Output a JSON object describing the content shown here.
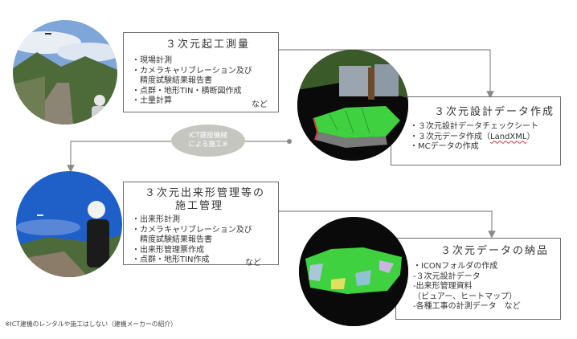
{
  "sections": {
    "survey": {
      "title": "３次元起工測量",
      "items": [
        "・現場計測",
        "・カメラキャリブレーション及び",
        "　精度試験結果報告書",
        "・点群・地形TIN・横断図作成",
        "・土量計算"
      ],
      "suffix": "など"
    },
    "design": {
      "title": "３次元設計データ作成",
      "item1": "・３次元設計データチェックシート",
      "item2_prefix": "・３次元データ作成（",
      "item2_highlight": "LandXML",
      "item2_suffix": "）",
      "item3": "・MCデータの作成"
    },
    "construction": {
      "title_line1": "３次元出来形管理等の",
      "title_line2": "施工管理",
      "items": [
        "・出来形計測",
        "・カメラキャリブレーション及び",
        "　精度試験結果報告書",
        "・出来形管理票作成",
        "・点群・地形TIN作成"
      ],
      "suffix": "など"
    },
    "delivery": {
      "title": "３次元データの納品",
      "items": [
        "・ICONフォルダの作成",
        "-３次元設計データ",
        "-出来形管理資料",
        "（ビュアー、ヒートマップ）",
        "-各種工事の計測データ　など"
      ]
    }
  },
  "ict_badge": {
    "line1": "ICT建設機械",
    "line2": "による施工※"
  },
  "footnote": "※ICT建機のレンタルや施工はしない（建機メーカーの紹介）",
  "colors": {
    "line": "#8a8a8a",
    "border": "#6e6e6e",
    "badge": "#c6c6c1",
    "mesh": "#3fd13f",
    "accent_red": "#d23a3a"
  }
}
